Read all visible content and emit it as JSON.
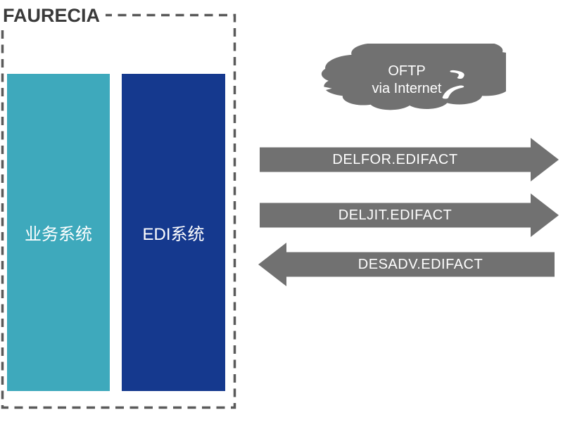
{
  "colors": {
    "background": "#FFFFFF",
    "teal": "#3EA9BC",
    "blue": "#15398E",
    "shape-gray": "#717171",
    "dash-gray": "#5A5A5A",
    "title-dark": "#3A3A3A",
    "label-white": "#FFFFFF"
  },
  "title": "FAURECIA",
  "systems": [
    {
      "label": "业务系统",
      "color": "#3EA9BC"
    },
    {
      "label": "EDI系统",
      "color": "#15398E"
    }
  ],
  "cloud": {
    "line1": "OFTP",
    "line2": "via Internet"
  },
  "messages": [
    {
      "label": "DELFOR.EDIFACT",
      "direction": "right"
    },
    {
      "label": "DELJIT.EDIFACT",
      "direction": "right"
    },
    {
      "label": "DESADV.EDIFACT",
      "direction": "left"
    }
  ]
}
